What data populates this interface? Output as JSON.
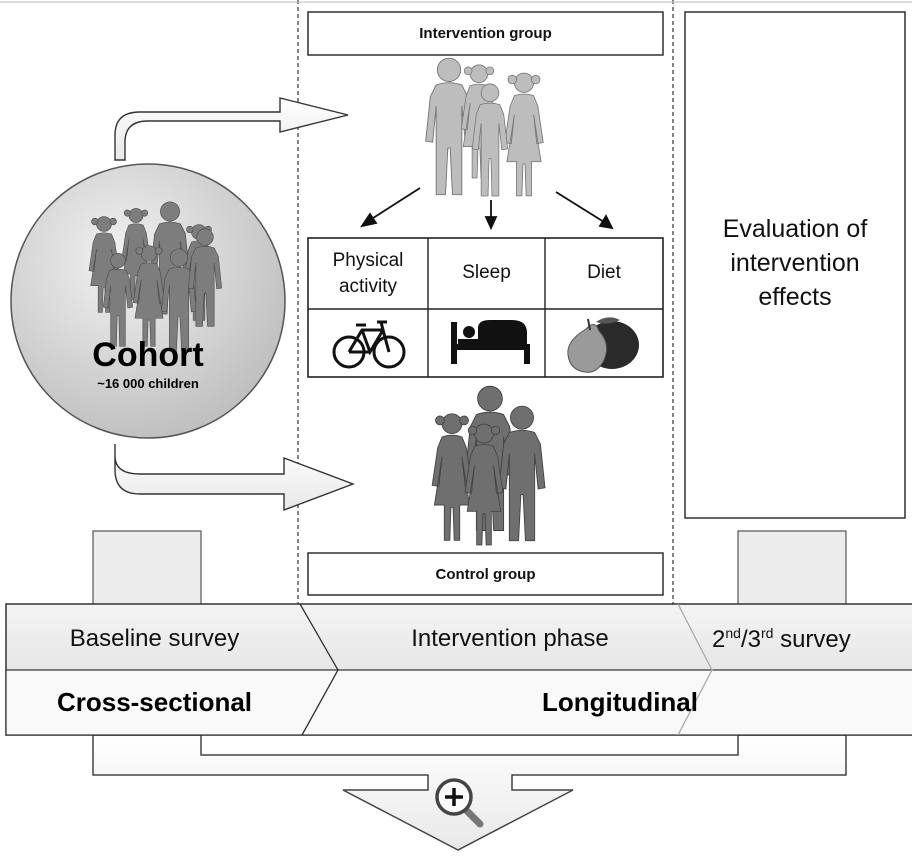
{
  "intervention_group": {
    "title": "Intervention group"
  },
  "control_group": {
    "title": "Control group"
  },
  "cohort": {
    "title": "Cohort",
    "subtitle": "~16 000 children"
  },
  "intervention_table": {
    "headers": [
      "Physical activity",
      "Sleep",
      "Diet"
    ],
    "icons": [
      "bicycle-icon",
      "bed-icon",
      "fruit-icon"
    ]
  },
  "evaluation": {
    "text": "Evaluation of intervention effects"
  },
  "timeline": {
    "phases": [
      "Baseline survey",
      "Intervention phase"
    ],
    "survey_base": "2",
    "survey_sup1": "nd",
    "survey_sep": "/3",
    "survey_sup2": "rd",
    "survey_rest": " survey",
    "designs": [
      "Cross-sectional",
      "Longitudinal"
    ]
  },
  "zoom": {
    "icon": "magnifier-plus-icon"
  },
  "colors": {
    "intervention_people": "#bdbdbd",
    "control_people": "#6f6f6f",
    "cohort_people": "#7d7d7d",
    "timeline_band": "#ececec",
    "design_band": "#f7f7f7",
    "border": "#222222"
  }
}
